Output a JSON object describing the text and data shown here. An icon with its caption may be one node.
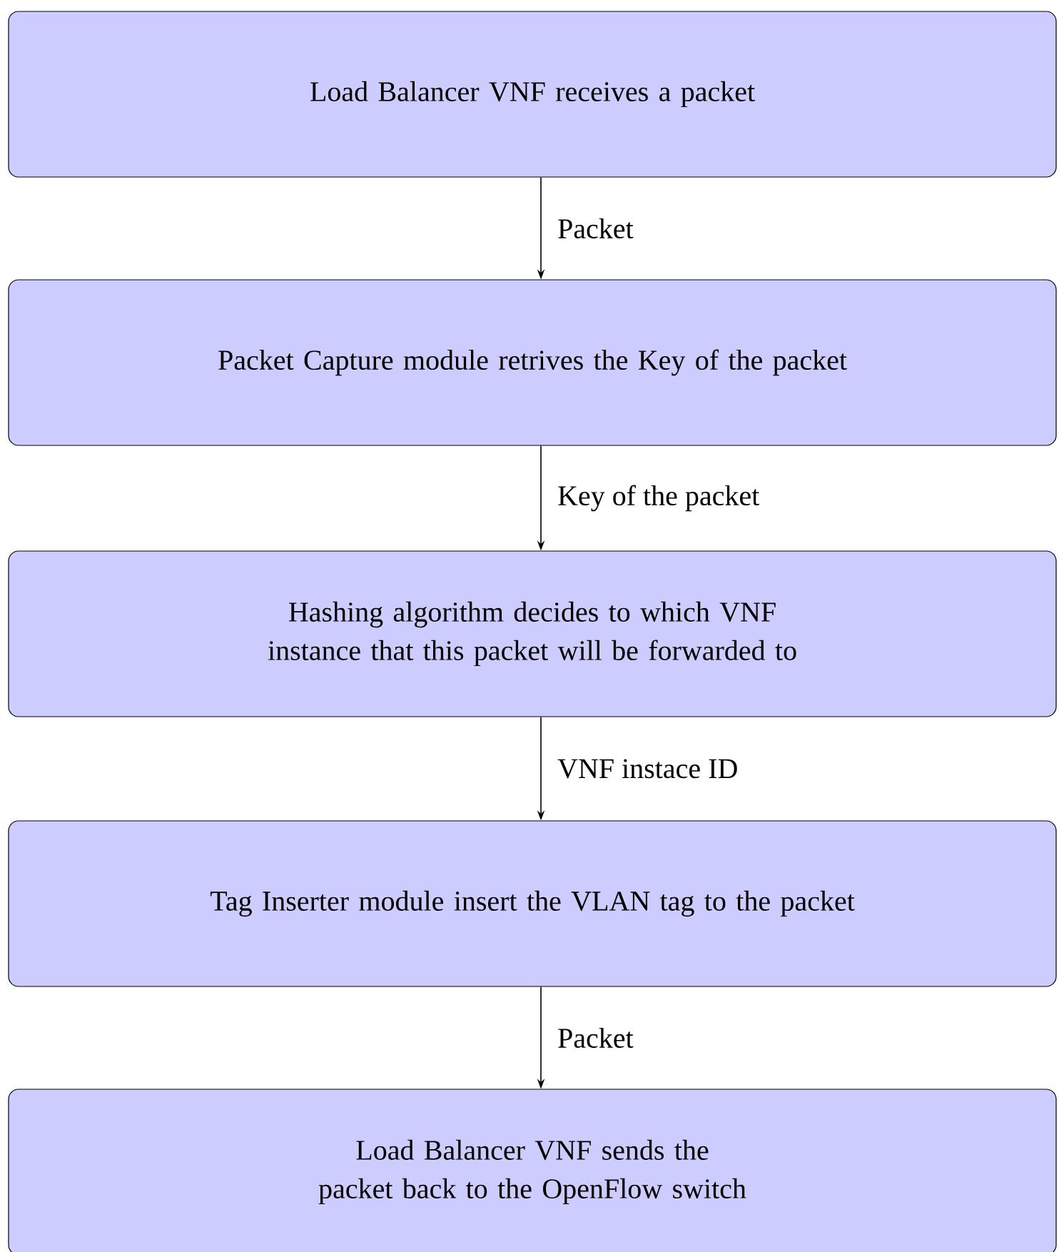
{
  "diagram": {
    "nodes": [
      {
        "text": [
          "Load Balancer VNF receives a packet"
        ]
      },
      {
        "text": [
          "Packet Capture module retrives the Key of the packet"
        ]
      },
      {
        "text": [
          "Hashing algorithm decides to which VNF instance that this packet will be forwarded to"
        ]
      },
      {
        "text": [
          "Tag Inserter module insert the VLAN tag to the packet"
        ]
      },
      {
        "text": [
          "Load Balancer VNF sends the packet back to the OpenFlow switch"
        ]
      }
    ],
    "edges": [
      {
        "from": 0,
        "to": 1,
        "arrow": "to",
        "label": "Packet"
      },
      {
        "from": 1,
        "to": 2,
        "arrow": "to",
        "label": "Key of the packet"
      },
      {
        "from": 2,
        "to": 3,
        "arrow": "to",
        "label": "VNF instace ID"
      },
      {
        "from": 3,
        "to": 4,
        "arrow": "to",
        "label": "Packet"
      }
    ]
  }
}
